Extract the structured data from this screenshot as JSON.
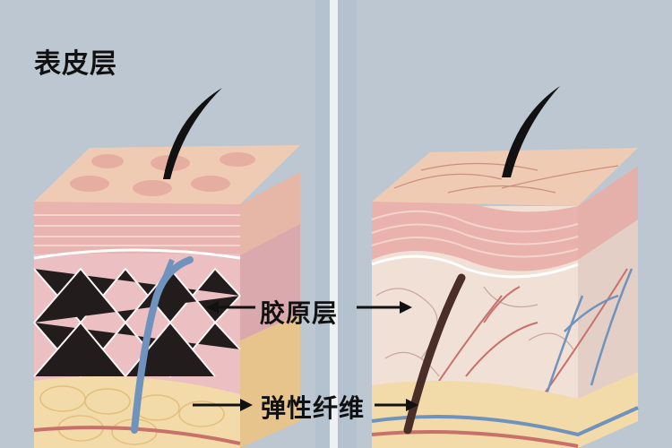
{
  "labels": {
    "epidermis": "表皮层",
    "collagen": "胶原层",
    "elastic_fiber": "弹性纤维"
  },
  "colors": {
    "background": "#bcc7d2",
    "epidermis": "#f0c9b6",
    "dermis": "#ebbcc0",
    "fat": "#f1d9a6",
    "vessel_blue": "#6f93bd",
    "vessel_red": "#c8706c"
  }
}
